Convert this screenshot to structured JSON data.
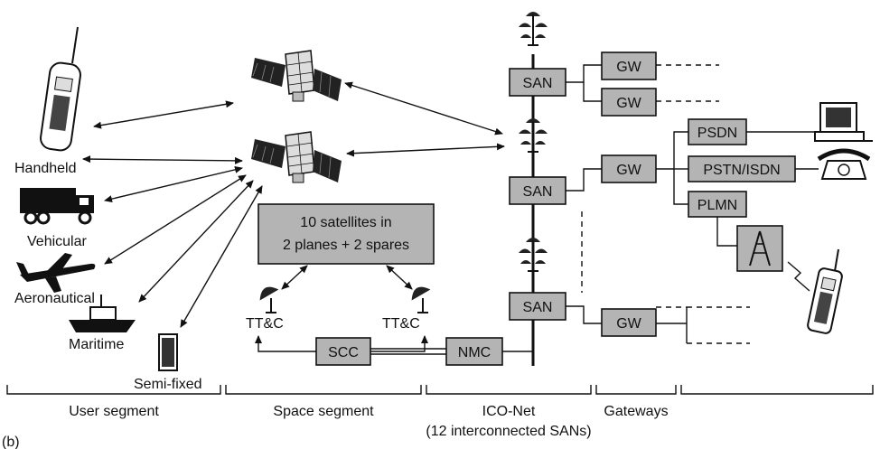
{
  "user_devices": {
    "handheld": "Handheld",
    "vehicular": "Vehicular",
    "aeronautical": "Aeronautical",
    "maritime": "Maritime",
    "semifixed": "Semi-fixed"
  },
  "space": {
    "constellation_line1": "10 satellites in",
    "constellation_line2": "2 planes + 2 spares",
    "ttc": "TT&C",
    "scc": "SCC"
  },
  "ico_net": {
    "san": "SAN",
    "nmc": "NMC"
  },
  "gateways": {
    "gw": "GW"
  },
  "networks": {
    "psdn": "PSDN",
    "pstn_isdn": "PSTN/ISDN",
    "plmn": "PLMN"
  },
  "segments": {
    "user": "User segment",
    "space": "Space segment",
    "ico_net": "ICO-Net",
    "ico_net_sub": "(12 interconnected SANs)",
    "gateways": "Gateways"
  },
  "panel_tag": "(b)"
}
